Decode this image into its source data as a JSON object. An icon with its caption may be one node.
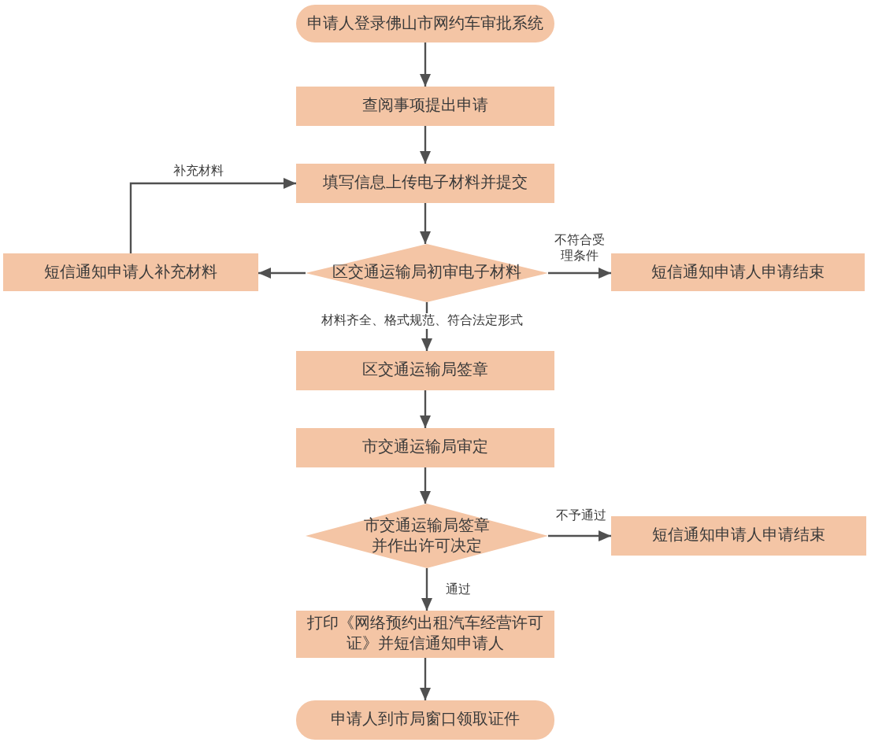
{
  "diagram": {
    "nodes": [
      {
        "text": [
          "申请人登录佛山市网约车审批系统"
        ]
      },
      {
        "text": [
          "查阅事项提出申请"
        ]
      },
      {
        "text": [
          "填写信息上传电子材料并提交"
        ]
      },
      {
        "text": [
          "区交通运输局初审电子材料"
        ]
      },
      {
        "text": [
          "短信通知申请人补充材料"
        ]
      },
      {
        "text": [
          "短信通知申请人申请结束"
        ]
      },
      {
        "text": [
          "区交通运输局签章"
        ]
      },
      {
        "text": [
          "市交通运输局审定"
        ]
      },
      {
        "text": [
          "市交通运输局签章并作出许可决定"
        ]
      },
      {
        "text": [
          "短信通知申请人申请结束"
        ]
      },
      {
        "text": [
          "打印《网络预约出租汽车经营许可证》并短信通知申请人"
        ]
      },
      {
        "text": [
          "申请人到市局窗口领取证件"
        ]
      }
    ],
    "edges": [
      {
        "from": 0,
        "to": 1,
        "arrow": "to"
      },
      {
        "from": 1,
        "to": 2,
        "arrow": "to"
      },
      {
        "from": 2,
        "to": 3,
        "arrow": "to"
      },
      {
        "from": 3,
        "to": 4,
        "arrow": "to"
      },
      {
        "from": 4,
        "to": 2,
        "arrow": "to",
        "label": "补充材料"
      },
      {
        "from": 3,
        "to": 5,
        "arrow": "to",
        "label": "不符合受理条件"
      },
      {
        "from": 3,
        "to": 6,
        "arrow": "to",
        "label": "材料齐全、格式规范、符合法定形式"
      },
      {
        "from": 6,
        "to": 7,
        "arrow": "to"
      },
      {
        "from": 7,
        "to": 8,
        "arrow": "to"
      },
      {
        "from": 8,
        "to": 9,
        "arrow": "to",
        "label": "不予通过"
      },
      {
        "from": 8,
        "to": 10,
        "arrow": "to",
        "label": "通过"
      },
      {
        "from": 10,
        "to": 11,
        "arrow": "to"
      }
    ]
  }
}
